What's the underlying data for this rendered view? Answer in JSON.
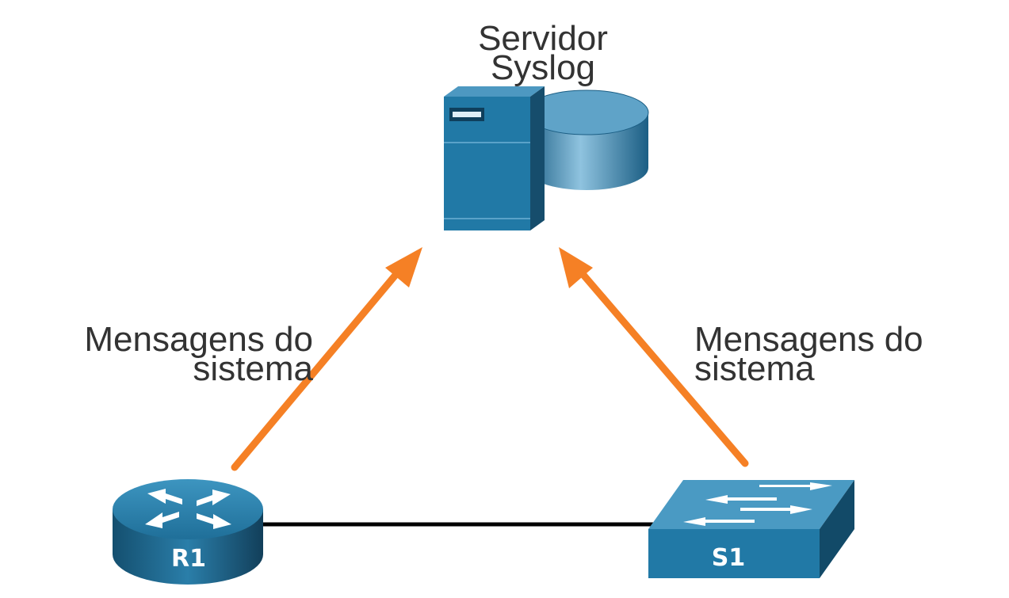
{
  "server": {
    "label_line1": "Servidor",
    "label_line2": "Syslog"
  },
  "router": {
    "name": "R1"
  },
  "switch": {
    "name": "S1"
  },
  "left_flow": {
    "line1": "Mensagens do",
    "line2": "sistema"
  },
  "right_flow": {
    "line1": "Mensagens do",
    "line2": "sistema"
  },
  "colors": {
    "device_blue": "#1f6f99",
    "arrow_orange": "#f58025",
    "link_black": "#000000",
    "text": "#333333"
  }
}
